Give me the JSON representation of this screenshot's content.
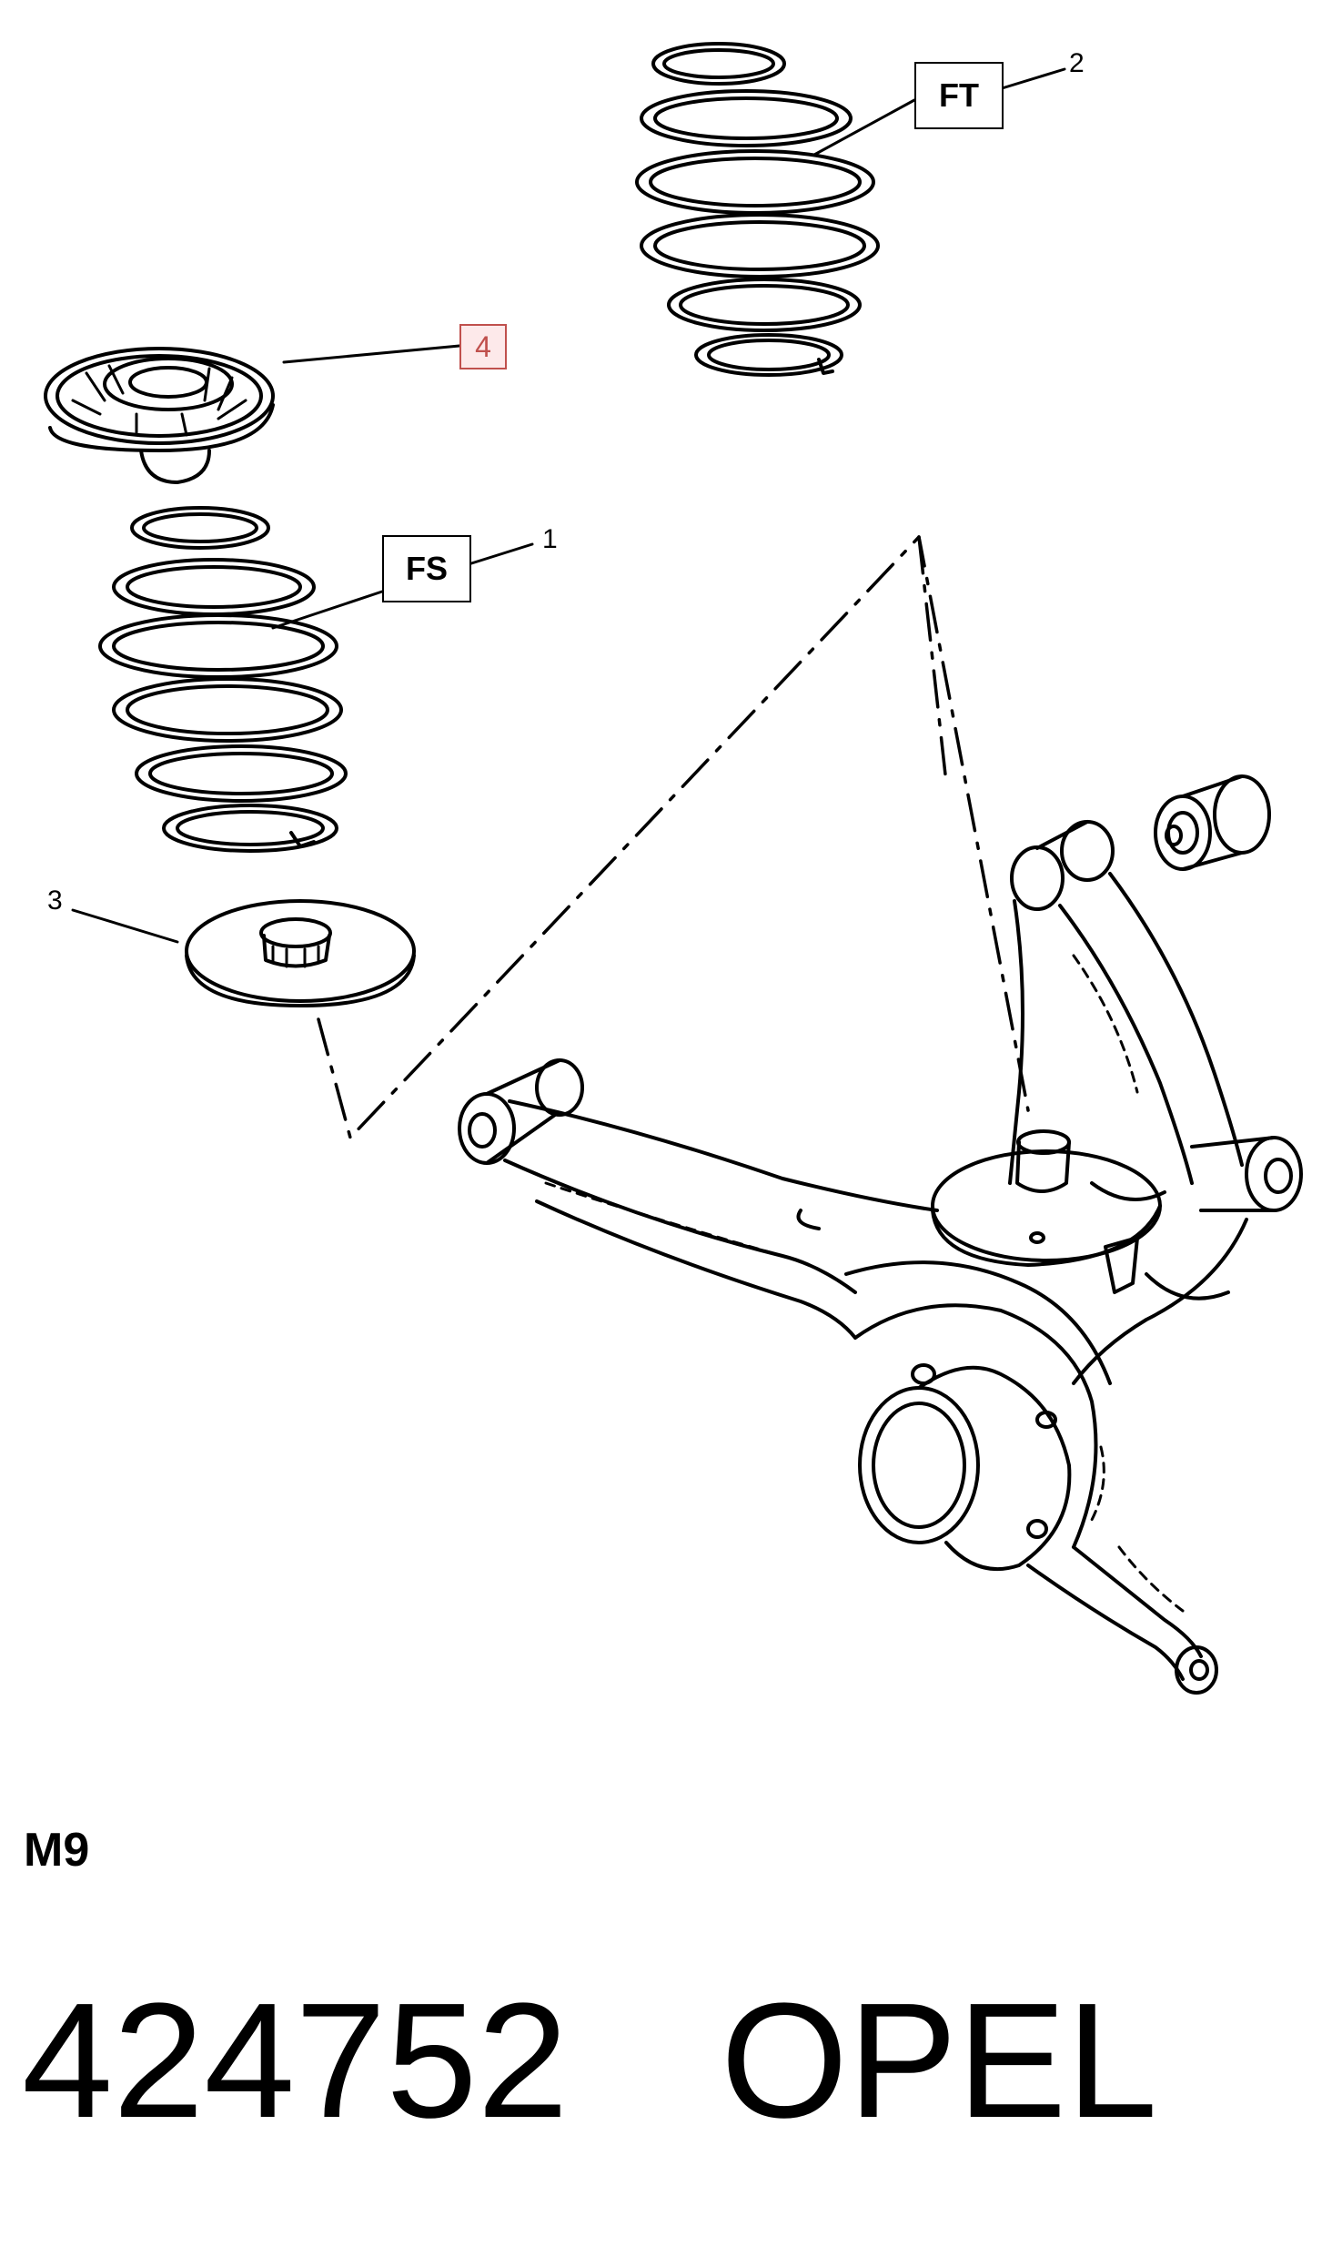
{
  "callouts": {
    "ft": {
      "box_label": "FT",
      "number": "2"
    },
    "fs": {
      "box_label": "FS",
      "number": "1"
    },
    "seat_lower": {
      "number": "3"
    },
    "seat_upper": {
      "number": "4"
    }
  },
  "footer": {
    "code": "M9",
    "part_number": "424752",
    "brand": "OPEL"
  },
  "colors": {
    "line": "#000000",
    "highlight": "#c0504d",
    "highlight_fill": "#fde9ea"
  }
}
